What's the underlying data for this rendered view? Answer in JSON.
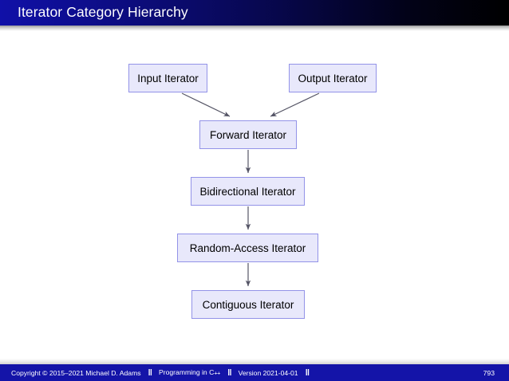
{
  "slide": {
    "title": "Iterator Category Hierarchy",
    "page_number": "793",
    "header_gradient_start": "#1010a8",
    "header_gradient_end": "#000000",
    "footer_color": "#1414a8",
    "node_fill": "#e8e8fb",
    "node_border": "#9393e8"
  },
  "footer": {
    "copyright": "Copyright © 2015–2021 Michael D. Adams",
    "course_prefix": "Programming in C",
    "course_suffix": "++",
    "version": "Version 2021-04-01",
    "separator": "‖"
  },
  "diagram": {
    "type": "flowchart",
    "nodes": [
      {
        "id": "input",
        "label": "Input Iterator"
      },
      {
        "id": "output",
        "label": "Output Iterator"
      },
      {
        "id": "forward",
        "label": "Forward Iterator"
      },
      {
        "id": "bidirectional",
        "label": "Bidirectional Iterator"
      },
      {
        "id": "random",
        "label": "Random-Access Iterator"
      },
      {
        "id": "contiguous",
        "label": "Contiguous Iterator"
      }
    ],
    "edges": [
      {
        "from": "input",
        "to": "forward"
      },
      {
        "from": "output",
        "to": "forward"
      },
      {
        "from": "forward",
        "to": "bidirectional"
      },
      {
        "from": "bidirectional",
        "to": "random"
      },
      {
        "from": "random",
        "to": "contiguous"
      }
    ]
  }
}
